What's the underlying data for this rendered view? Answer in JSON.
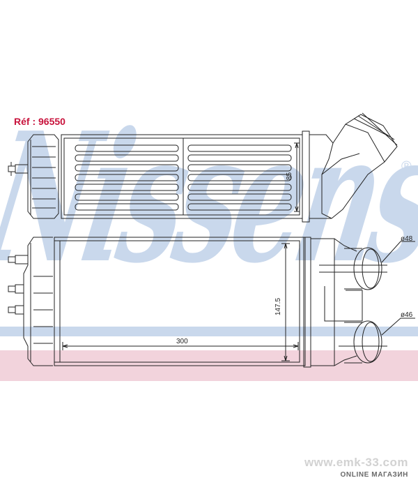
{
  "watermark": {
    "brand": "Nissens",
    "registered_mark": "®"
  },
  "reference_label": "Réf : 96550",
  "dimensions": {
    "height_top_view": "85",
    "core_height": "147.5",
    "core_width": "300",
    "pipe_upper": "ø48",
    "pipe_lower": "ø46"
  },
  "footer": {
    "url": "www.emk-33.com",
    "subtitle": "ONLINE МАГАЗИН"
  }
}
